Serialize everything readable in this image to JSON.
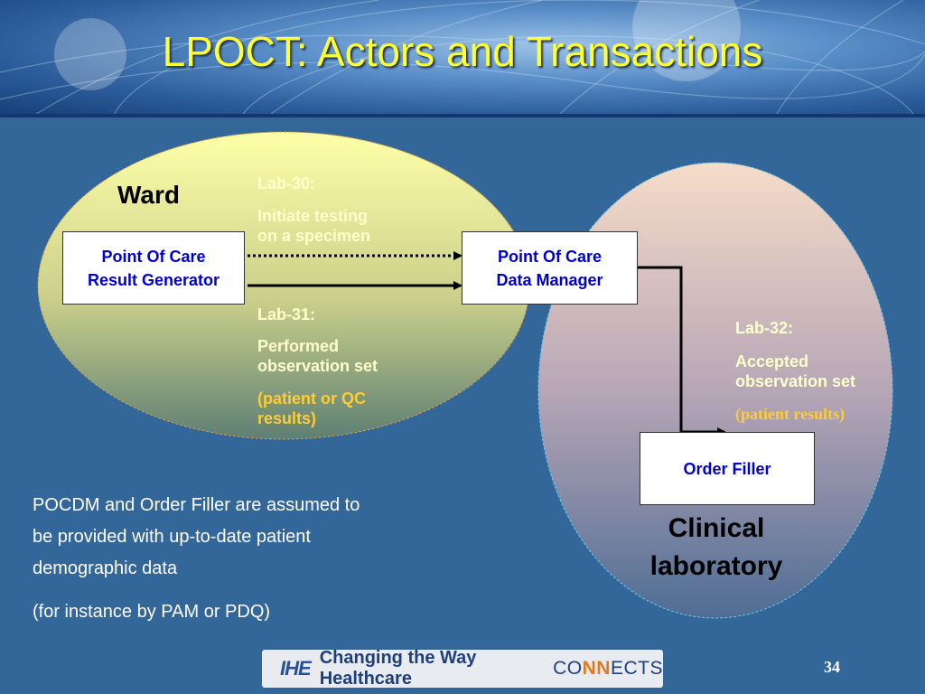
{
  "slide": {
    "title": "LPOCT: Actors and Transactions",
    "page_number": "34"
  },
  "regions": {
    "ward": "Ward",
    "clinical_line1": "Clinical",
    "clinical_line2": "laboratory"
  },
  "actors": {
    "pocrg_line1": "Point Of Care",
    "pocrg_line2": "Result Generator",
    "pocdm_line1": "Point Of Care",
    "pocdm_line2": "Data Manager",
    "order_filler": "Order Filler"
  },
  "transactions": {
    "lab30_id": "Lab-30:",
    "lab30_line1": "Initiate testing",
    "lab30_line2": "on a specimen",
    "lab31_id": "Lab-31:",
    "lab31_line1": "Performed",
    "lab31_line2": "observation set",
    "lab31_note1": "(patient or QC",
    "lab31_note2": "results)",
    "lab32_id": "Lab-32:",
    "lab32_line1": "Accepted",
    "lab32_line2": "observation set",
    "lab32_note": "(patient results)"
  },
  "note": {
    "line1": "POCDM and Order Filler are  assumed to",
    "line2": "be provided with up-to-date patient",
    "line3": "demographic data",
    "line4": "(for instance by PAM or PDQ)"
  },
  "footer": {
    "logo": "IHE",
    "tagline": "Changing the Way Healthcare",
    "connects_co": "CO",
    "connects_nn": "NN",
    "connects_ects": "ECTS"
  },
  "colors": {
    "background": "#336699",
    "title": "#ffff33",
    "actor_text": "#0000cc",
    "label_text": "#ffffcc",
    "note_orange": "#ffcc33"
  }
}
